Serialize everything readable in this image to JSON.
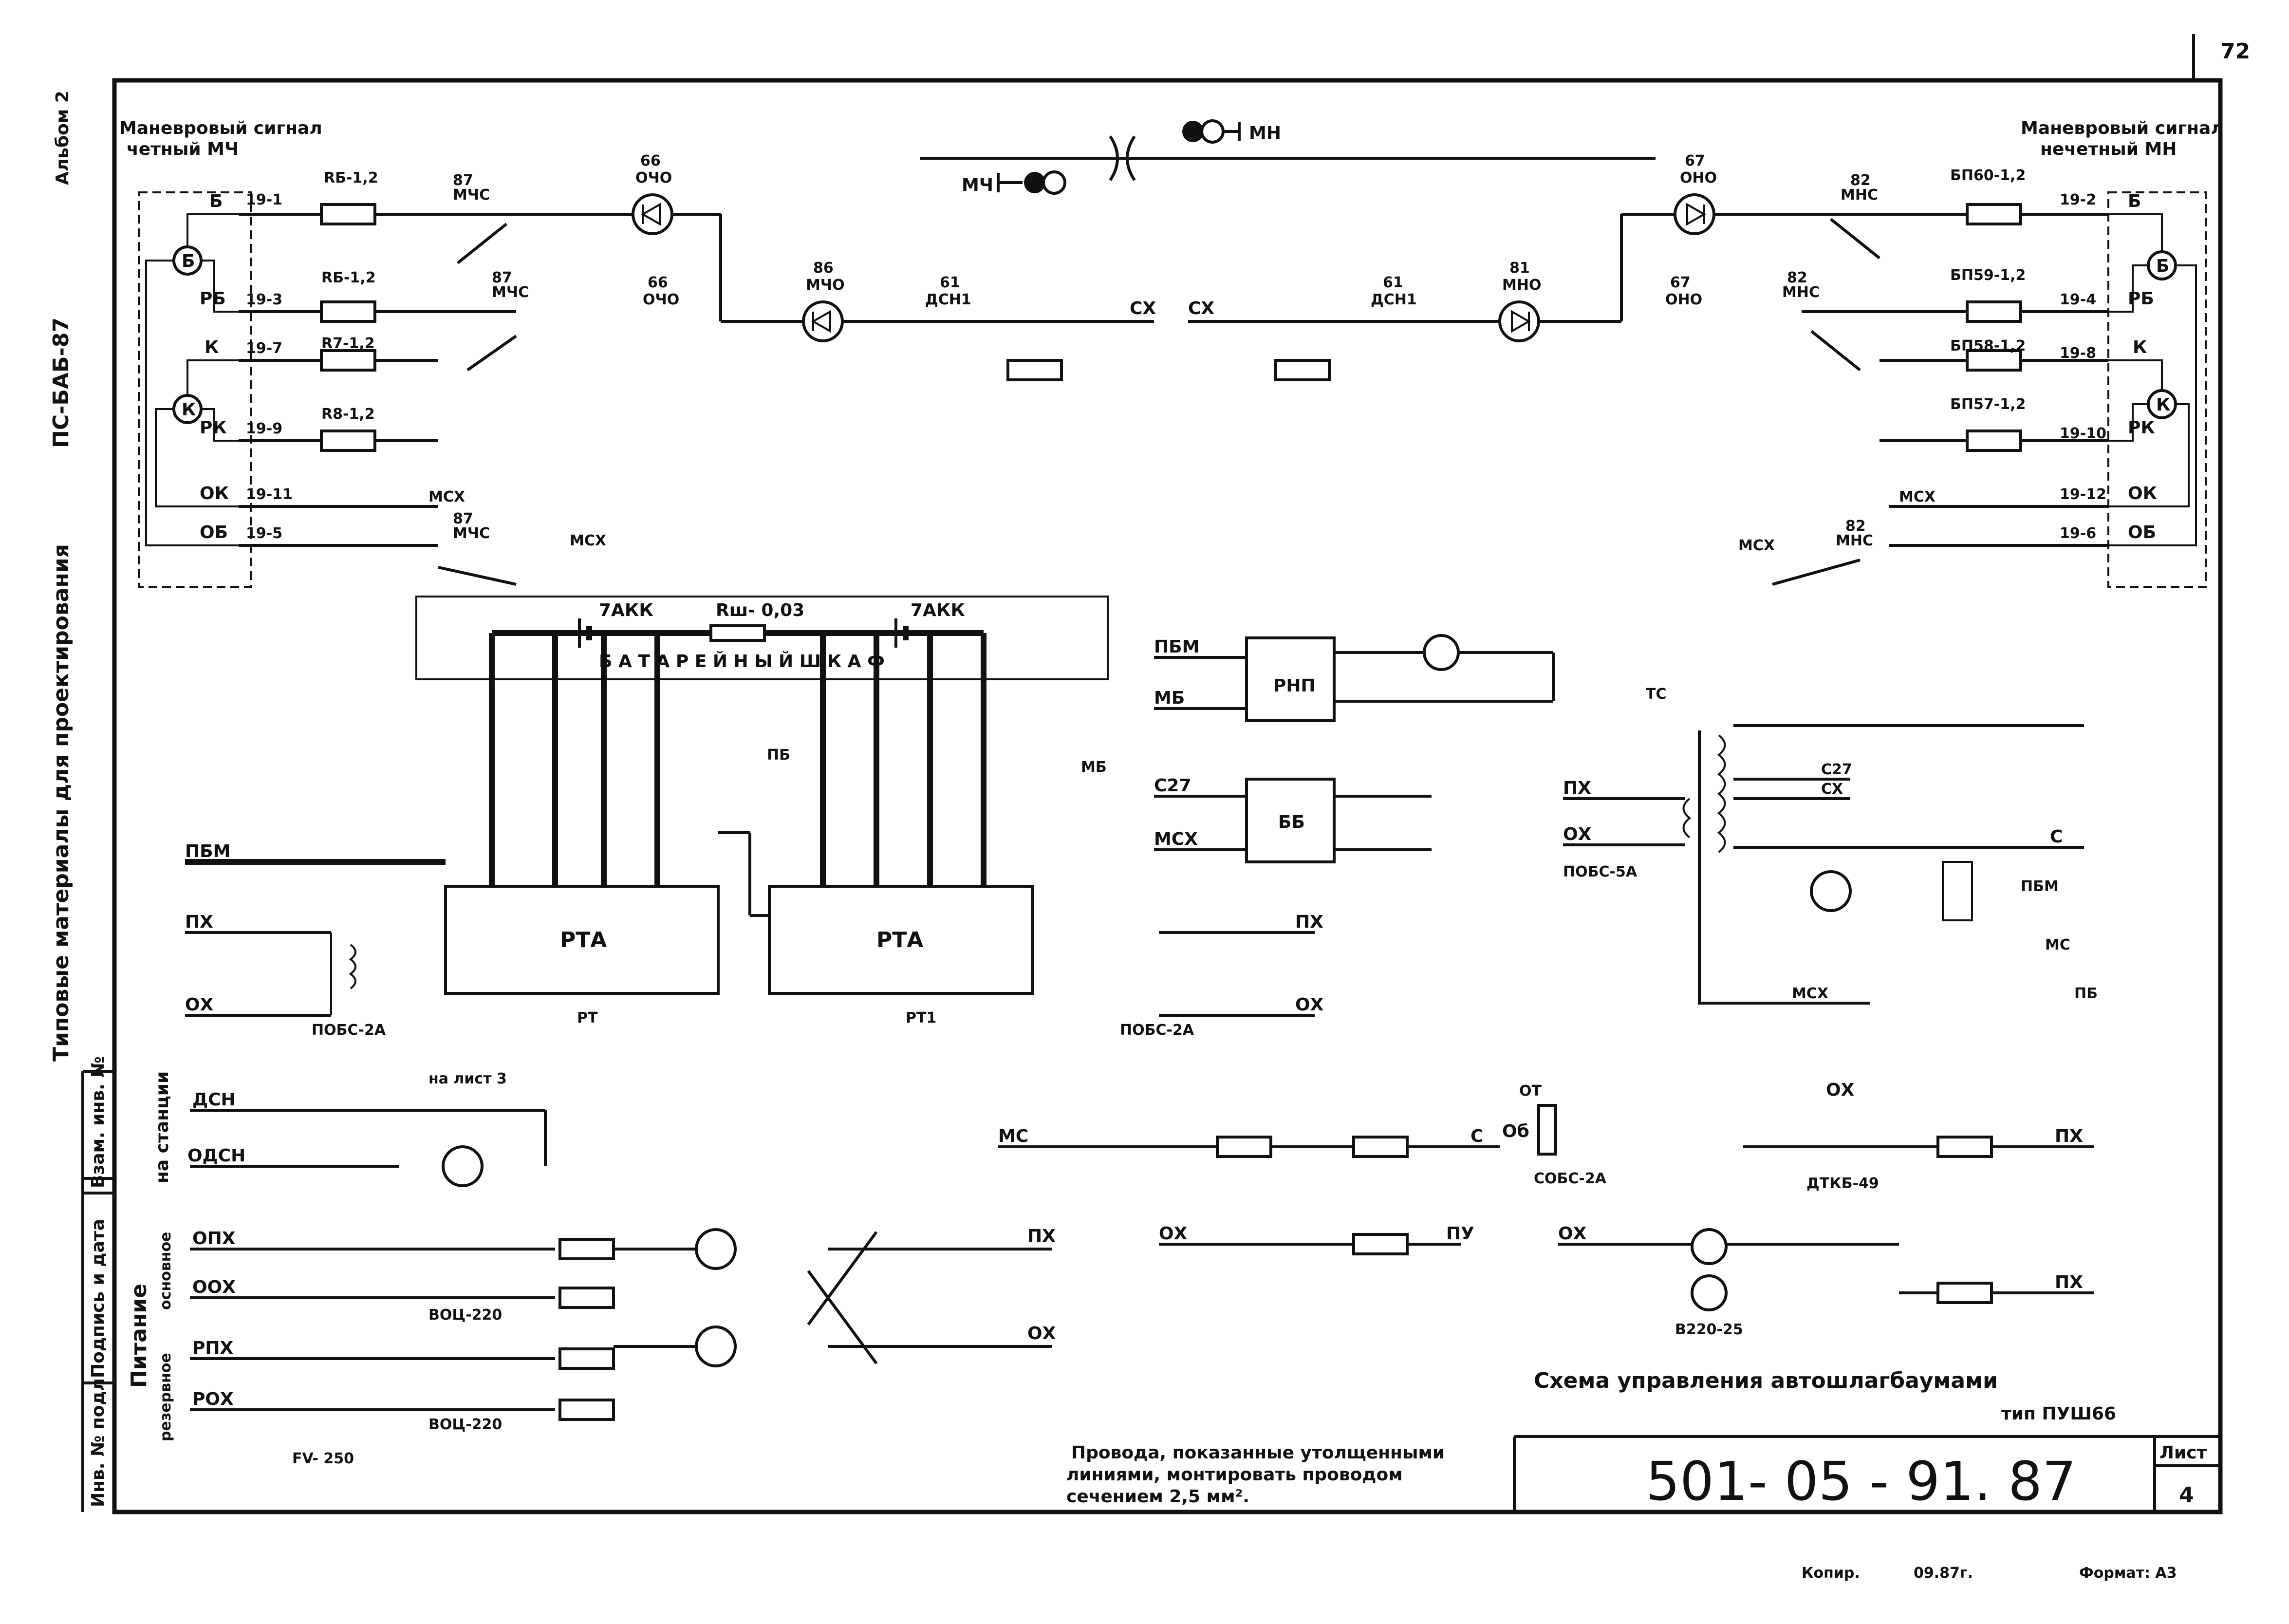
{
  "sheet": {
    "page_number": "72",
    "album": "Альбом 2",
    "series": "ПС-БАБ-87",
    "side_title": "Типовые материалы для проектирования",
    "copied_by": "Копир.",
    "copy_date": "09.87г.",
    "format": "Формат: А3"
  },
  "stamp": {
    "inv_orig": "Инв. № подл.",
    "sign_date": "Подпись и дата",
    "inv_repl": "Взам. инв. №"
  },
  "signal_left": {
    "title_1": "Маневровый сигнал",
    "title_2": "четный МЧ",
    "label": "МЧ"
  },
  "signal_right": {
    "title_1": "Маневровый сигнал",
    "title_2": "нечетный МН",
    "label": "МН"
  },
  "title": {
    "main": "Схема управления автошлагбаумами",
    "type": "тип ПУШ66",
    "code": "501- 05 - 91. 87",
    "sheet_label": "Лист",
    "sheet_no": "4"
  },
  "note": {
    "line1": "Провода, показанные утолщенными",
    "line2": "линиями, монтировать проводом",
    "line3": "сечением   2,5 мм²."
  },
  "labels": {
    "battery": "Б А Т А Р Е Й Н Ы Й     Ш К А Ф",
    "akk": "7АКК",
    "rsh": "Rш- 0,03",
    "rta": "РТА",
    "pobs2a": "ПОБС-2А",
    "pobs5a": "ПОБС-5А",
    "sobs2a": "СОБС-2А",
    "rnp": "РНП",
    "bb": "ББ",
    "na_list": "на лист 3",
    "pitanie": "Питание",
    "na_stancii": "на станции",
    "osnovnoe": "основное",
    "rezervnoe": "резервное",
    "dtkb": "ДТКБ-49",
    "v220": "В220-25",
    "voc": "ВОЦ-220",
    "fv": "FV- 250",
    "rt": "РТ",
    "rt1": "РТ1",
    "ts": "ТС",
    "ot": "ОТ"
  },
  "left_wires": [
    "Б",
    "РБ",
    "К",
    "РК",
    "ОК",
    "ОБ"
  ],
  "left_terms": [
    "19-1",
    "19-3",
    "19-7",
    "19-9",
    "19-11",
    "19-5"
  ],
  "left_res": [
    "RБ-1,2",
    "RБ-1,2",
    "R7-1,2",
    "R8-1,2"
  ],
  "right_wires": [
    "Б",
    "РБ",
    "К",
    "РК",
    "ОК",
    "ОБ"
  ],
  "right_terms": [
    "19-2",
    "19-4",
    "19-8",
    "19-10",
    "19-12",
    "19-6"
  ],
  "right_res": [
    "БП60-1,2",
    "БП59-1,2",
    "БП58-1,2",
    "БП57-1,2"
  ],
  "power_wires": [
    "ДСН",
    "ОДСН",
    "ОПХ",
    "ООХ",
    "РПХ",
    "РОХ"
  ],
  "misc": {
    "sx": "СХ",
    "msx": "МСХ",
    "px": "ПХ",
    "ox": "ОХ",
    "pbm": "ПБМ",
    "mb": "МБ",
    "pb": "ПБ",
    "c27": "С27",
    "c": "С",
    "ms": "МС",
    "py": "ПУ",
    "ob": "Об",
    "cx": "СХ"
  }
}
